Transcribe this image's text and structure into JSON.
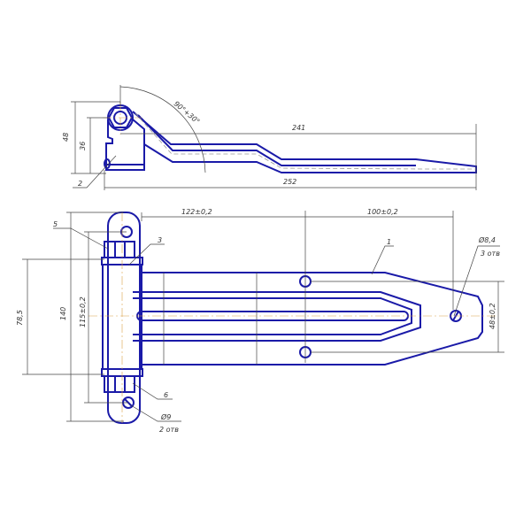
{
  "top_view": {
    "dim_angle": "90°+30°",
    "dim_height_total": "48",
    "dim_height_axis": "36",
    "dim_length_inner": "241",
    "dim_length_total": "252",
    "callout_2": "2"
  },
  "plan_view": {
    "dim_pivot_to_holes": "122±0,2",
    "dim_holes_to_end": "100±0,2",
    "dim_leaf_width": "48±0,2",
    "dim_barrel": "78,5",
    "dim_total_height": "140",
    "dim_knuckle_holes": "115±0,2",
    "hole_leaf_diameter": "Ø8,4",
    "hole_leaf_count": "3 отв",
    "hole_knuckle_diameter": "Ø9",
    "hole_knuckle_count": "2 отв",
    "callout_1": "1",
    "callout_3": "3",
    "callout_5": "5",
    "callout_6": "6"
  }
}
